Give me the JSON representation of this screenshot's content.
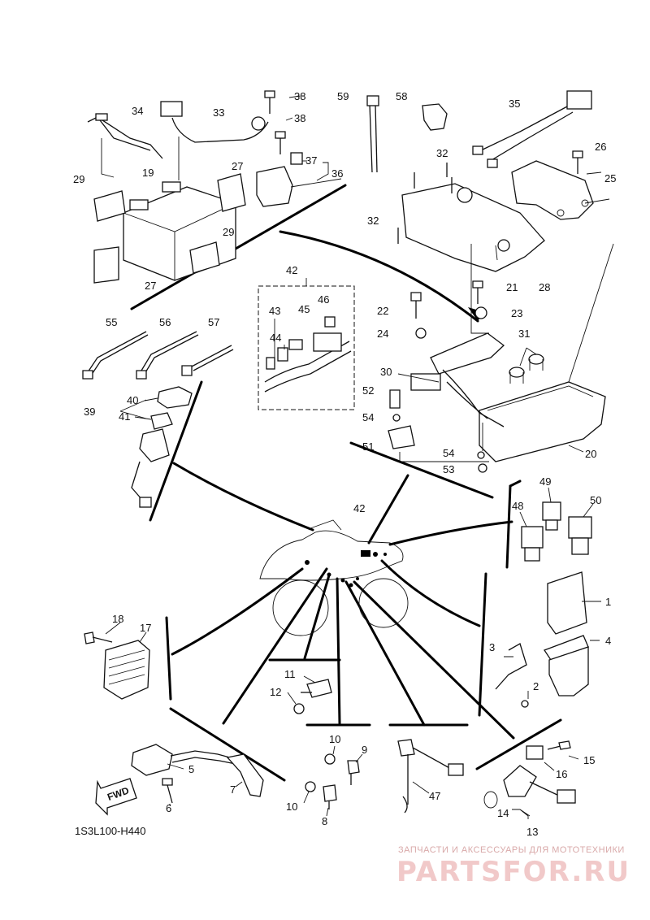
{
  "diagram": {
    "code": "1S3L100-H440",
    "fwd_label": "FWD",
    "labels": [
      {
        "id": "l34",
        "text": "34"
      },
      {
        "id": "l33",
        "text": "33"
      },
      {
        "id": "l38a",
        "text": "38"
      },
      {
        "id": "l38b",
        "text": "38"
      },
      {
        "id": "l37",
        "text": "37"
      },
      {
        "id": "l36",
        "text": "36"
      },
      {
        "id": "l19",
        "text": "19"
      },
      {
        "id": "l29a",
        "text": "29"
      },
      {
        "id": "l27a",
        "text": "27"
      },
      {
        "id": "l29b",
        "text": "29"
      },
      {
        "id": "l27b",
        "text": "27"
      },
      {
        "id": "l59",
        "text": "59"
      },
      {
        "id": "l58",
        "text": "58"
      },
      {
        "id": "l35",
        "text": "35"
      },
      {
        "id": "l32a",
        "text": "32"
      },
      {
        "id": "l26",
        "text": "26"
      },
      {
        "id": "l25",
        "text": "25"
      },
      {
        "id": "l32b",
        "text": "32"
      },
      {
        "id": "l21",
        "text": "21"
      },
      {
        "id": "l28",
        "text": "28"
      },
      {
        "id": "l42a",
        "text": "42"
      },
      {
        "id": "l46",
        "text": "46"
      },
      {
        "id": "l43",
        "text": "43"
      },
      {
        "id": "l45",
        "text": "45"
      },
      {
        "id": "l44",
        "text": "44"
      },
      {
        "id": "l22",
        "text": "22"
      },
      {
        "id": "l23",
        "text": "23"
      },
      {
        "id": "l24",
        "text": "24"
      },
      {
        "id": "l31",
        "text": "31"
      },
      {
        "id": "l30",
        "text": "30"
      },
      {
        "id": "l52",
        "text": "52"
      },
      {
        "id": "l54a",
        "text": "54"
      },
      {
        "id": "l51",
        "text": "51"
      },
      {
        "id": "l54b",
        "text": "54"
      },
      {
        "id": "l53",
        "text": "53"
      },
      {
        "id": "l20",
        "text": "20"
      },
      {
        "id": "l55",
        "text": "55"
      },
      {
        "id": "l56",
        "text": "56"
      },
      {
        "id": "l57",
        "text": "57"
      },
      {
        "id": "l40",
        "text": "40"
      },
      {
        "id": "l39",
        "text": "39"
      },
      {
        "id": "l41",
        "text": "41"
      },
      {
        "id": "l42b",
        "text": "42"
      },
      {
        "id": "l49",
        "text": "49"
      },
      {
        "id": "l48",
        "text": "48"
      },
      {
        "id": "l50",
        "text": "50"
      },
      {
        "id": "l1",
        "text": "1"
      },
      {
        "id": "l4",
        "text": "4"
      },
      {
        "id": "l3",
        "text": "3"
      },
      {
        "id": "l2",
        "text": "2"
      },
      {
        "id": "l18",
        "text": "18"
      },
      {
        "id": "l17",
        "text": "17"
      },
      {
        "id": "l11",
        "text": "11"
      },
      {
        "id": "l12",
        "text": "12"
      },
      {
        "id": "l10a",
        "text": "10"
      },
      {
        "id": "l9",
        "text": "9"
      },
      {
        "id": "l10b",
        "text": "10"
      },
      {
        "id": "l8",
        "text": "8"
      },
      {
        "id": "l47",
        "text": "47"
      },
      {
        "id": "l15",
        "text": "15"
      },
      {
        "id": "l16",
        "text": "16"
      },
      {
        "id": "l14",
        "text": "14"
      },
      {
        "id": "l13",
        "text": "13"
      },
      {
        "id": "l5",
        "text": "5"
      },
      {
        "id": "l6",
        "text": "6"
      },
      {
        "id": "l7",
        "text": "7"
      }
    ]
  },
  "watermark": {
    "tagline": "ЗАПЧАСТИ И АКСЕССУАРЫ ДЛЯ МОТОТЕХНИКИ",
    "brand": "PARTSFOR.RU"
  }
}
